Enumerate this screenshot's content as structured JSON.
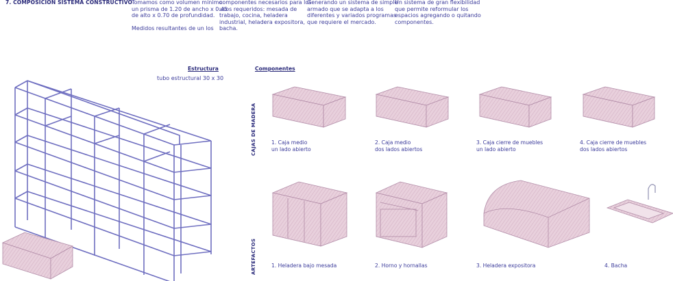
{
  "section_title": "7. COMPOSICIÓN SISTEMA CONSTRUCTIVO",
  "intro": [
    "Tomamos como volumen mínimo\nun prisma de 1.20 de ancho x 0.45\nde alto x 0.70 de profundidad.\n\nMedidos resultantes de un los",
    "componentes  necesarios para los\nusos requeridos: mesada de\ntrabajo, cocina, heladera\nindustrial, heladera expositora,\nbacha.",
    "Generando un sistema de simple\narmado  que se adapta a los\ndiferentes y variados programas\nque requiere el mercado.",
    "Un sistema de gran flexibilidad\nque permite reformular los\nespacios agregando o quitando\ncomponentes."
  ],
  "structure": {
    "heading": "Estructura",
    "subtitle": "tubo estructural 30 x 30"
  },
  "components": {
    "heading": "Componentes",
    "row1_label": "CAJAS DE MADERA",
    "row2_label": "ARTEFACTOS",
    "boxes": [
      "1.  Caja medio\n      un lado abierto",
      "2.  Caja medio\n      dos lados abiertos",
      "3.  Caja cierre de muebles\n      un lado abierto",
      "4.  Caja cierre de muebles\n      dos lados abiertos"
    ],
    "appliances": [
      "1.  Heladera bajo mesada",
      "2.  Horno y hornallas",
      "3.  Heladera expositora",
      "4.  Bacha"
    ]
  },
  "colors": {
    "ink": "#3a3a9a",
    "frame_line": "#6e6ec0",
    "fill": "#e6ccd8",
    "fill_stroke": "#b08aa6"
  }
}
